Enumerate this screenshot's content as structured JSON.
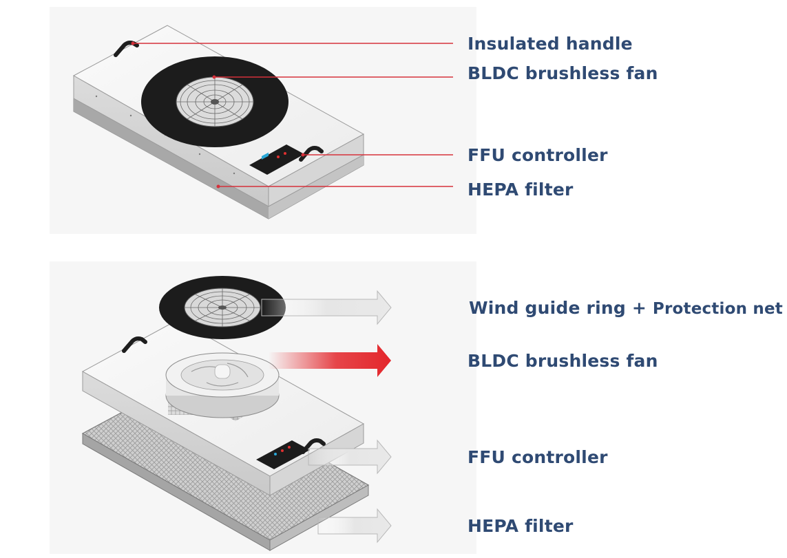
{
  "colors": {
    "label_text": "#2f4a73",
    "leader_line": "#d5303a",
    "arrow_red": "#e3262b",
    "arrow_grey": "#cfcfcf",
    "housing": "#e8e8e8",
    "fan_ring": "#1c1c1c"
  },
  "top_labels": [
    {
      "text": "Insulated handle"
    },
    {
      "text": "BLDC brushless fan"
    },
    {
      "text": "FFU controller"
    },
    {
      "text": "HEPA filter"
    }
  ],
  "bottom_labels": [
    {
      "text": "Wind guide ring",
      "plus": "+",
      "suffix": "Protection net"
    },
    {
      "text": "BLDC brushless fan"
    },
    {
      "text": "FFU controller"
    },
    {
      "text": "HEPA filter"
    }
  ]
}
